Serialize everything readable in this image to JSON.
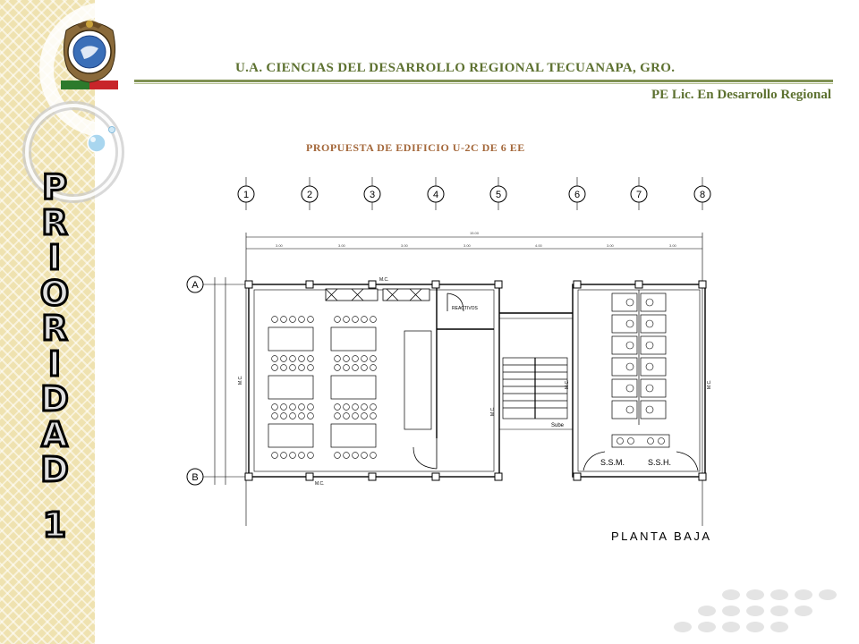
{
  "header": {
    "institution": "U.A. CIENCIAS DEL DESARROLLO  REGIONAL TECUANAPA, GRO.",
    "program": "PE Lic. En Desarrollo Regional",
    "proposal": "PROPUESTA DE EDIFICIO U-2C DE 6 EE"
  },
  "sidebar": {
    "letters": [
      "P",
      "R",
      "I",
      "O",
      "R",
      "I",
      "D",
      "A",
      "D",
      "1"
    ]
  },
  "logo": {
    "icon": "university-seal-icon"
  },
  "plan": {
    "grid_columns": [
      "1",
      "2",
      "3",
      "4",
      "5",
      "6",
      "7",
      "8"
    ],
    "grid_rows": [
      "A",
      "B"
    ],
    "mc_labels": [
      "M.C.",
      "M.C.",
      "M.C.",
      "M.C.",
      "M.C.",
      "M.C."
    ],
    "room_label": "REACTIVOS",
    "stair_label": "Sube",
    "restroom_men": "S.S.M.",
    "restroom_women": "S.S.H.",
    "floor_name": "PLANTA BAJA"
  },
  "colors": {
    "header_text": "#5d7130",
    "header_rule": "#7f9153",
    "proposal_text": "#a4683b",
    "sidebar_bg": "#efe2b0"
  }
}
